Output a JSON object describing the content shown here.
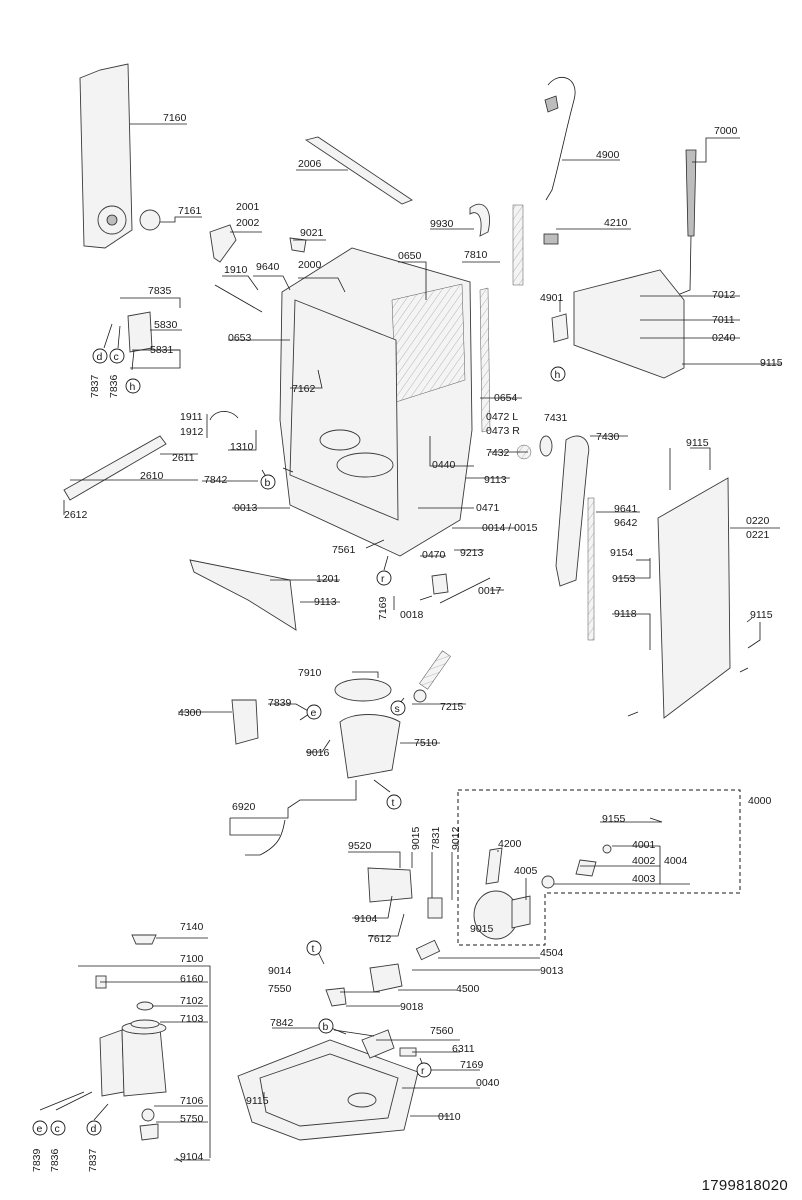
{
  "document_number": "1799818020",
  "labels": {
    "7160": "7160",
    "7161": "7161",
    "2001": "2001",
    "2002": "2002",
    "2006": "2006",
    "4900": "4900",
    "7000": "7000",
    "9930": "9930",
    "4210": "4210",
    "9021": "9021",
    "1910": "1910",
    "9640": "9640",
    "2000": "2000",
    "0650": "0650",
    "7810": "7810",
    "7835": "7835",
    "5830": "5830",
    "0653": "0653",
    "5831": "5831",
    "4901": "4901",
    "7012": "7012",
    "7011": "7011",
    "0240": "0240",
    "9115": "9115",
    "7162": "7162",
    "0654": "0654",
    "1911": "1911",
    "1912": "1912",
    "0472L": "0472 L",
    "0473R": "0473 R",
    "7431": "7431",
    "7430": "7430",
    "1310": "1310",
    "7432": "7432",
    "0440": "0440",
    "2611": "2611",
    "2610": "2610",
    "7842": "7842",
    "9113": "9113",
    "0471": "0471",
    "9641": "9641",
    "9642": "9642",
    "0220": "0220",
    "0221": "0221",
    "0013": "0013",
    "0014_0015": "0014 / 0015",
    "2612": "2612",
    "9154": "9154",
    "7561": "7561",
    "0470": "0470",
    "9213": "9213",
    "9153": "9153",
    "1201": "1201",
    "7169": "7169",
    "0017": "0017",
    "0018": "0018",
    "9118": "9118",
    "7910": "7910",
    "7839": "7839",
    "7215": "7215",
    "4300": "4300",
    "9016": "9016",
    "7510": "7510",
    "6920": "6920",
    "4000": "4000",
    "9155": "9155",
    "9520": "9520",
    "9015": "9015",
    "7831": "7831",
    "9012": "9012",
    "4200": "4200",
    "4001": "4001",
    "4002": "4002",
    "4004": "4004",
    "4005": "4005",
    "4003": "4003",
    "9104": "9104",
    "7612": "7612",
    "7140": "7140",
    "4504": "4504",
    "7100": "7100",
    "9014": "9014",
    "9013": "9013",
    "6160": "6160",
    "7550": "7550",
    "4500": "4500",
    "7102": "7102",
    "9018": "9018",
    "7103": "7103",
    "7560": "7560",
    "6311": "6311",
    "0040": "0040",
    "7106": "7106",
    "5750": "5750",
    "0110": "0110",
    "7837": "7837",
    "7836": "7836"
  },
  "callouts": {
    "d": "d",
    "c": "c",
    "h": "h",
    "b": "b",
    "r": "r",
    "e": "e",
    "s": "s",
    "t": "t"
  },
  "colors": {
    "line": "#1a1a1a",
    "part_fill": "#f3f3f3",
    "part_stroke": "#3a3a3a"
  }
}
